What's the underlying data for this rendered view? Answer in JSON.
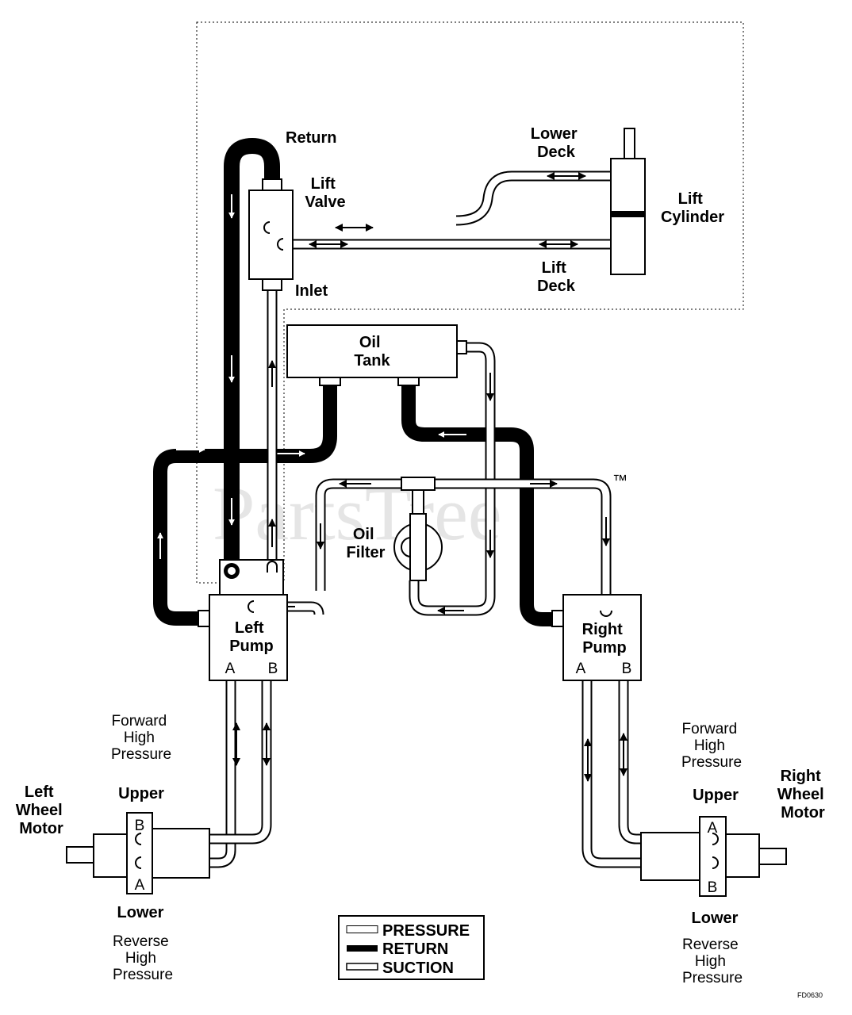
{
  "labels": {
    "return": "Return",
    "lift_valve": [
      "Lift",
      "Valve"
    ],
    "inlet": "Inlet",
    "lower_deck": [
      "Lower",
      "Deck"
    ],
    "lift_deck": [
      "Lift",
      "Deck"
    ],
    "lift_cylinder": [
      "Lift",
      "Cylinder"
    ],
    "oil_tank": [
      "Oil",
      "Tank"
    ],
    "oil_filter": [
      "Oil",
      "Filter"
    ],
    "left_pump": [
      "Left",
      "Pump"
    ],
    "right_pump": [
      "Right",
      "Pump"
    ],
    "port_a": "A",
    "port_b": "B",
    "forward_high_pressure": [
      "Forward",
      "High",
      "Pressure"
    ],
    "reverse_high_pressure": [
      "Reverse",
      "High",
      "Pressure"
    ],
    "upper": "Upper",
    "lower": "Lower",
    "left_wheel_motor": [
      "Left",
      "Wheel",
      "Motor"
    ],
    "right_wheel_motor": [
      "Right",
      "Wheel",
      "Motor"
    ]
  },
  "legend": {
    "pressure": "PRESSURE",
    "return": "RETURN",
    "suction": "SUCTION"
  },
  "watermark": "PartsTree",
  "trademark": "™",
  "figure_code": "FD0630"
}
